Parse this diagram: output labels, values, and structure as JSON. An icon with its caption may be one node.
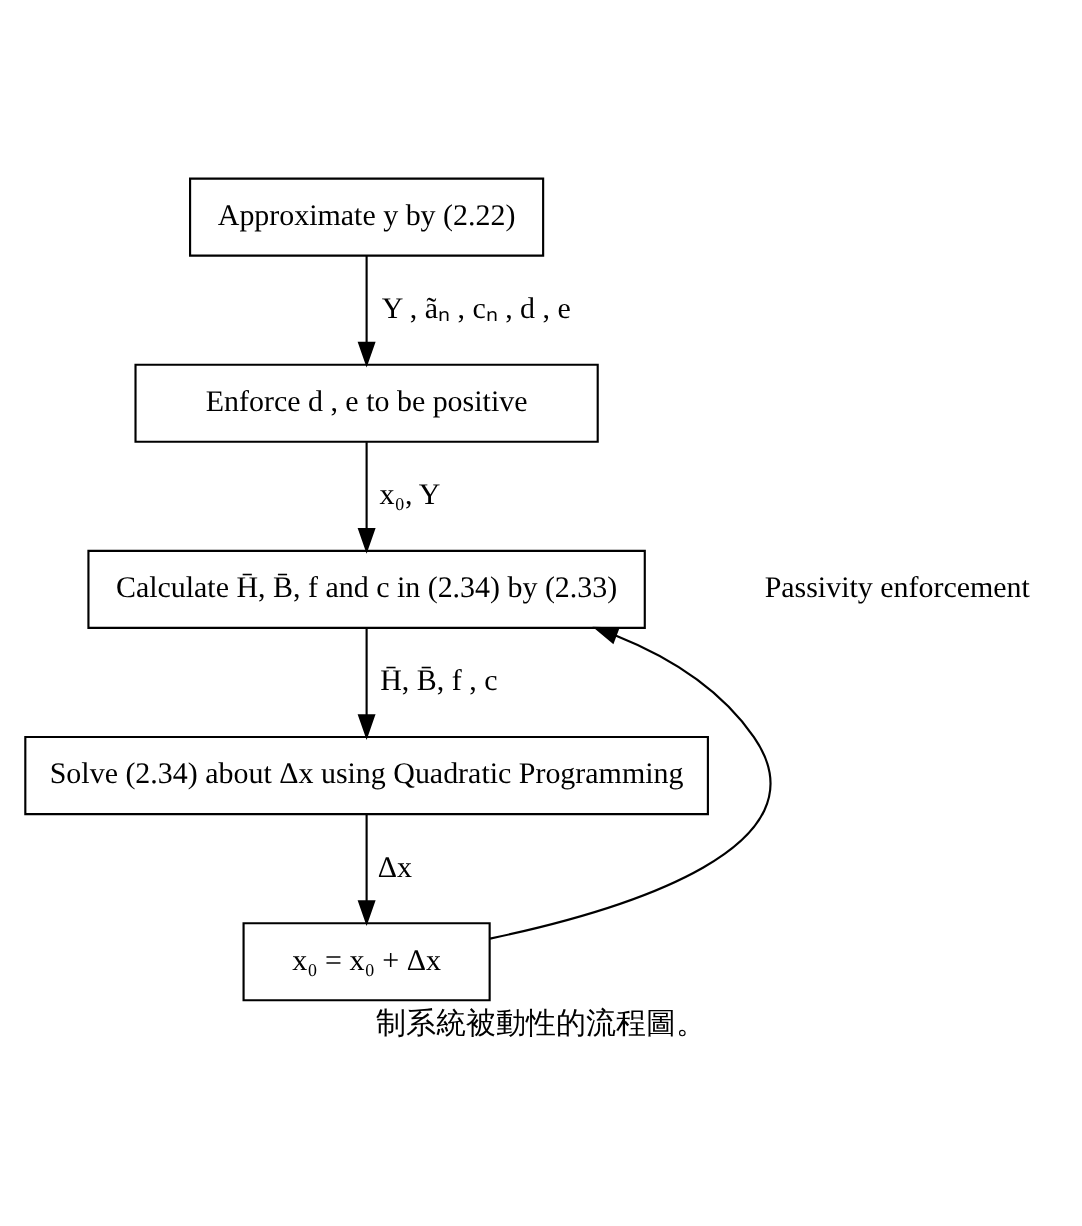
{
  "diagram": {
    "caption": "制系統被動性的流程圖。",
    "nodes": [
      {
        "text": [
          "Approximate y by (2.22)"
        ]
      },
      {
        "text": [
          "Enforce d , e to be positive"
        ]
      },
      {
        "text": [
          "Calculate H̄, B̄, f and c in (2.34) by (2.33)"
        ]
      },
      {
        "text": [
          "Solve (2.34) about Δx using Quadratic Programming"
        ]
      },
      {
        "text": [
          "x₀ = x₀ + Δx"
        ]
      }
    ],
    "edges": [
      {
        "from": 0,
        "to": 1,
        "arrow": "to",
        "label": "Y , ãₙ , cₙ , d , e"
      },
      {
        "from": 1,
        "to": 2,
        "arrow": "to",
        "label": "x₀, Y"
      },
      {
        "from": 2,
        "to": 3,
        "arrow": "to",
        "label": "H̄, B̄, f , c"
      },
      {
        "from": 3,
        "to": 4,
        "arrow": "to",
        "label": "Δx"
      },
      {
        "from": 4,
        "to": 2,
        "arrow": "to"
      }
    ],
    "labels": [
      "Passivity enforcement"
    ]
  }
}
